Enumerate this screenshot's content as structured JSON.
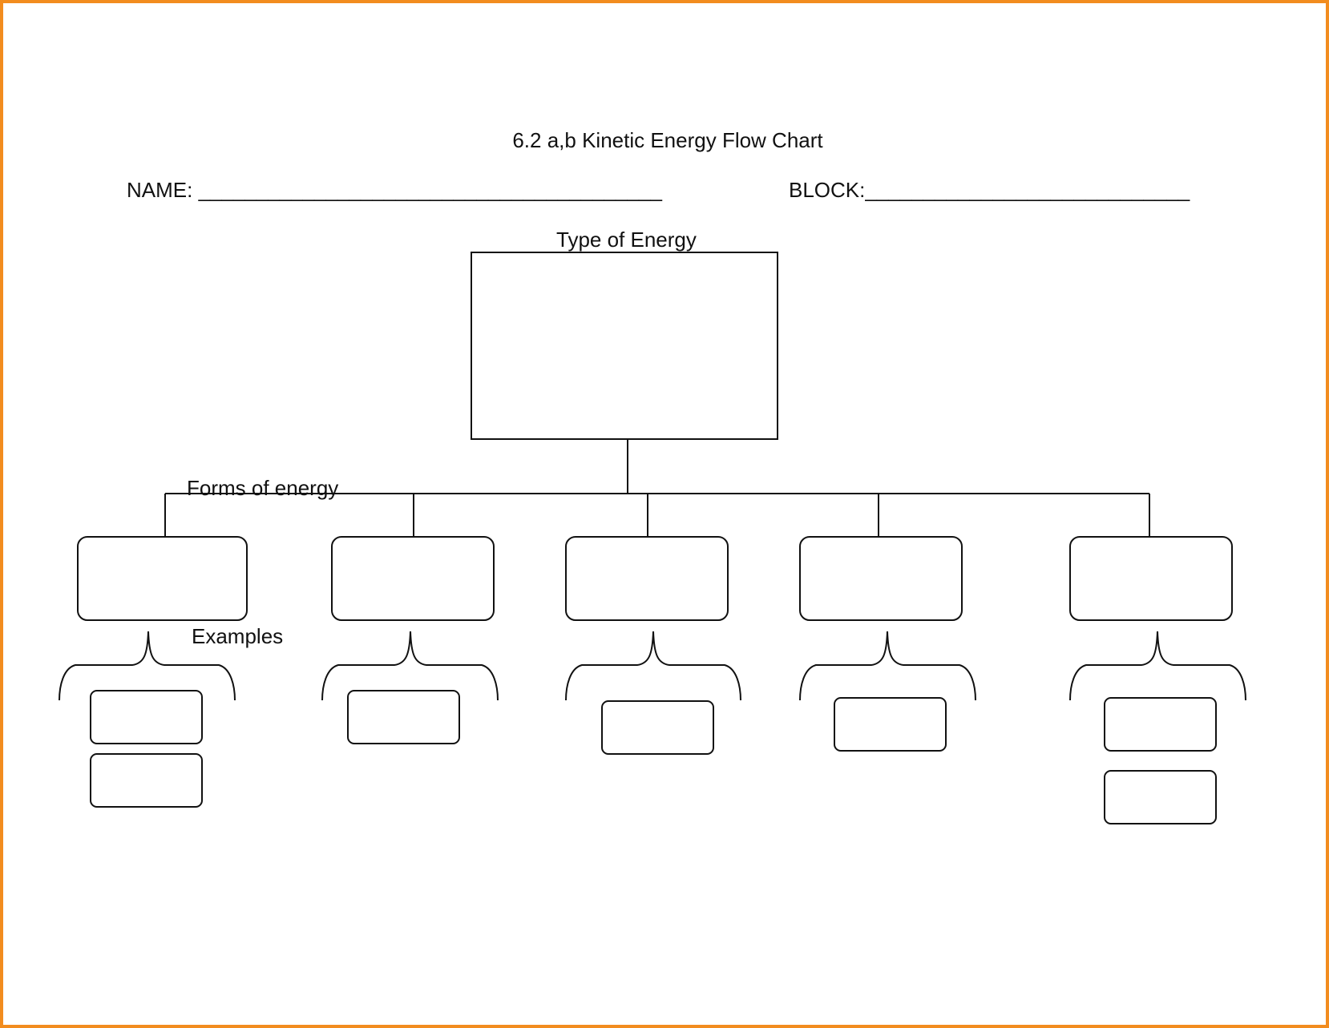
{
  "worksheet": {
    "title": "6.2 a,b Kinetic Energy Flow Chart",
    "name_label": "NAME: ________________________________________",
    "block_label": "BLOCK:____________________________"
  },
  "diagram": {
    "top_label": "Type of Energy",
    "forms_label": "Forms of energy",
    "examples_label": "Examples",
    "forms": [
      {
        "examples": 2
      },
      {
        "examples": 1
      },
      {
        "examples": 1
      },
      {
        "examples": 1
      },
      {
        "examples": 2
      }
    ]
  },
  "colors": {
    "border": "#f28c1e",
    "line": "#111111"
  }
}
